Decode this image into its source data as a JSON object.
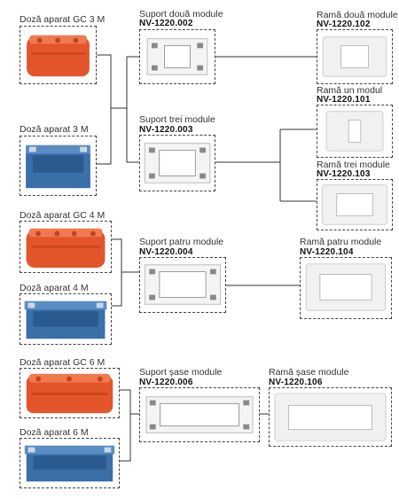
{
  "boxes": {
    "gc3": "Doză aparat GC 3 M",
    "b3": "Doză aparat 3 M",
    "gc4": "Doză aparat GC 4 M",
    "b4": "Doză aparat 4 M",
    "gc6": "Doză aparat GC 6 M",
    "b6": "Doză aparat 6  M"
  },
  "supports": [
    {
      "label": "Suport două module",
      "code": "NV-1220.002"
    },
    {
      "label": "Suport trei module",
      "code": "NV-1220.003"
    },
    {
      "label": "Suport patru module",
      "code": "NV-1220.004"
    },
    {
      "label": "Suport șase module",
      "code": "NV-1220.006"
    }
  ],
  "frames": [
    {
      "label": "Ramă două module",
      "code": "NV-1220.102"
    },
    {
      "label": "Ramă un modul",
      "code": "NV-1220.101"
    },
    {
      "label": "Ramă trei module",
      "code": "NV-1220.103"
    },
    {
      "label": "Ramă patru module",
      "code": "NV-1220.104"
    },
    {
      "label": "Ramă șase module",
      "code": "NV-1220.106"
    }
  ],
  "colors": {
    "orange_box": "#e4552c",
    "blue_box": "#3a6fa8",
    "frame": "#f1f1f1",
    "line": "#333333"
  }
}
